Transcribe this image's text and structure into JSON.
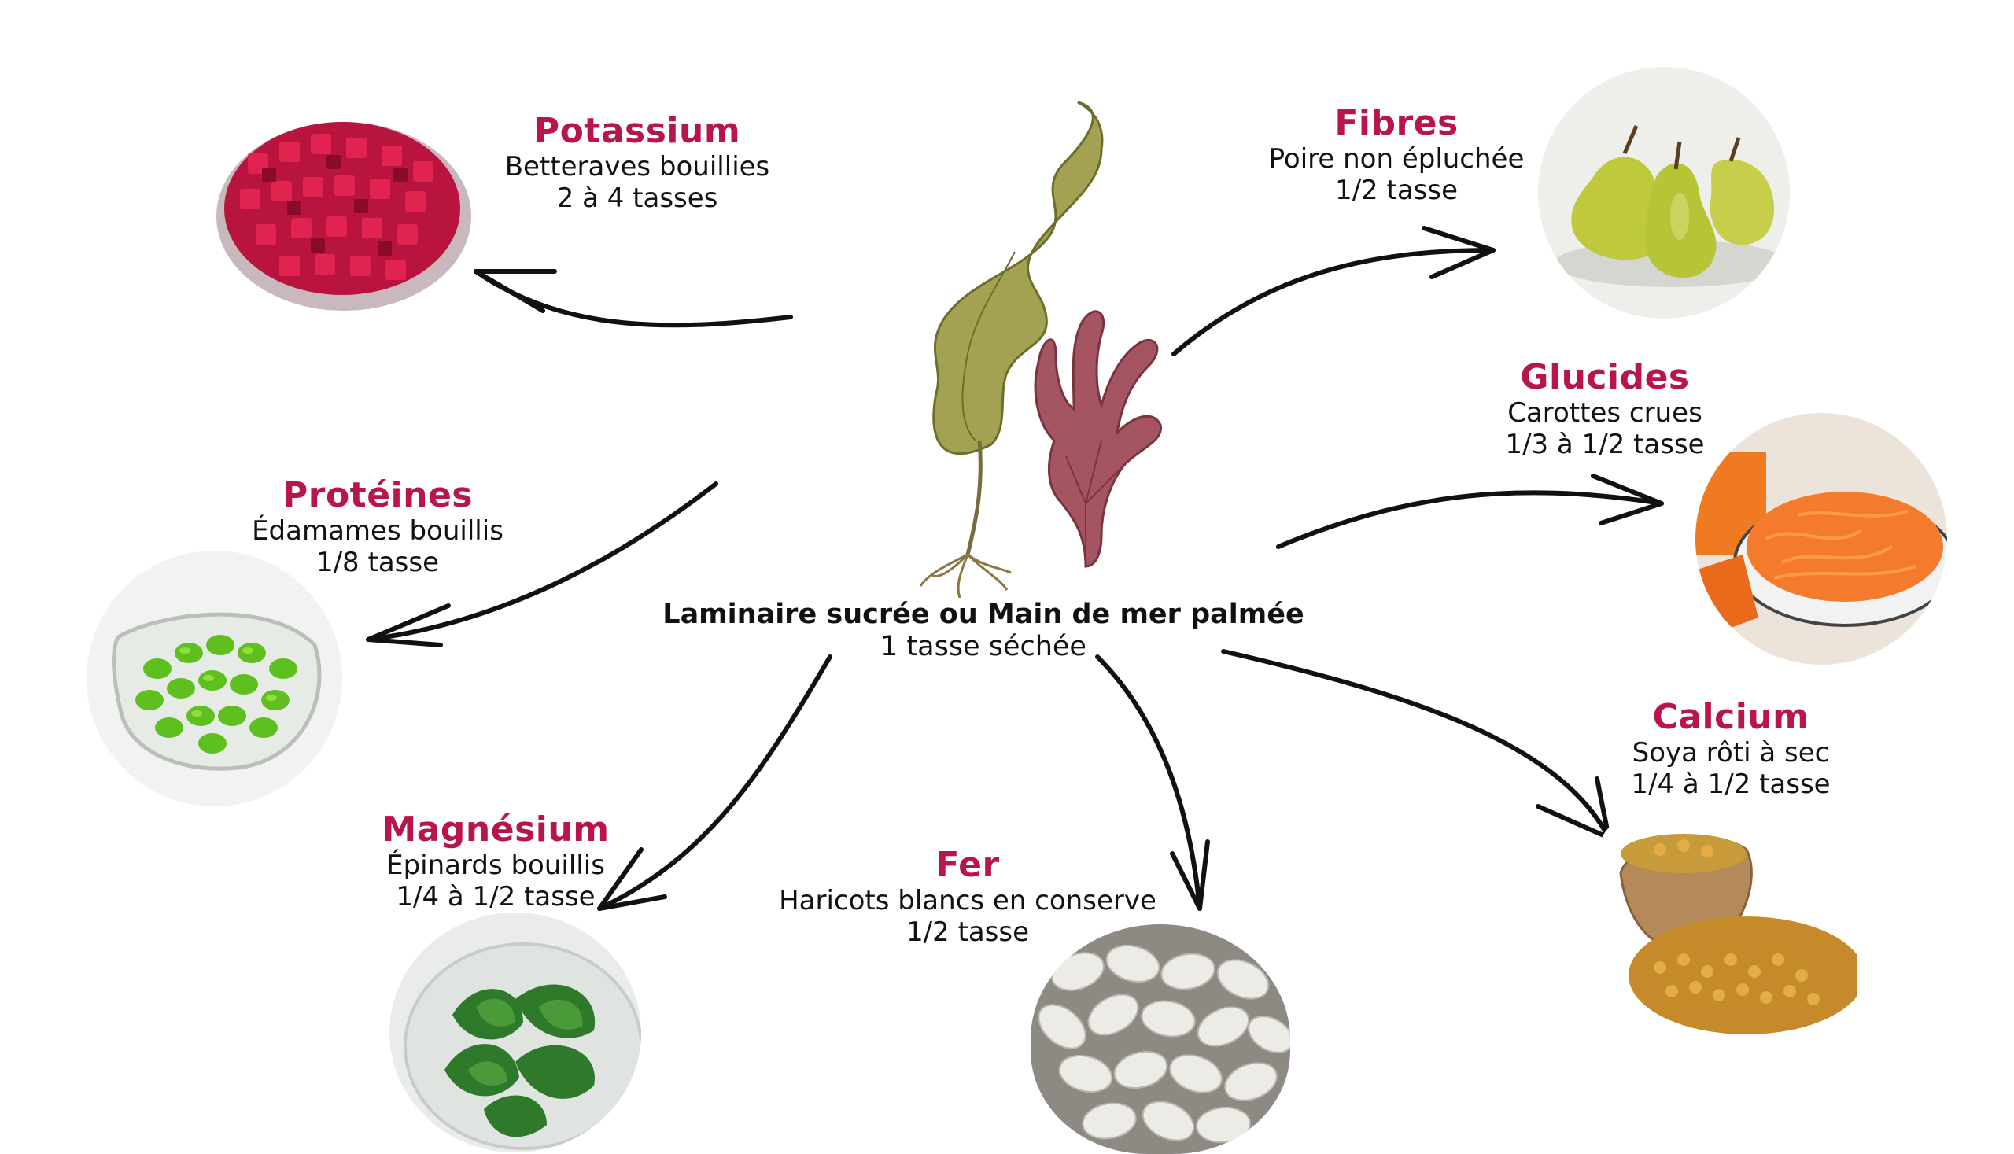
{
  "center": {
    "name": "Laminaire sucrée ou Main de mer palmée",
    "amount": "1 tasse séchée"
  },
  "nutrients": {
    "potassium": {
      "title": "Potassium",
      "food": "Betteraves bouillies",
      "qty": "2 à 4 tasses",
      "icon": "beets-photo"
    },
    "fibres": {
      "title": "Fibres",
      "food": "Poire non épluchée",
      "qty": "1/2 tasse",
      "icon": "pears-photo"
    },
    "glucides": {
      "title": "Glucides",
      "food": "Carottes crues",
      "qty": "1/3 à 1/2 tasse",
      "icon": "grated-carrots-photo"
    },
    "proteines": {
      "title": "Protéines",
      "food": "Édamames bouillis",
      "qty": "1/8 tasse",
      "icon": "edamame-photo"
    },
    "calcium": {
      "title": "Calcium",
      "food": "Soya rôti à sec",
      "qty": "1/4 à 1/2 tasse",
      "icon": "roasted-soy-photo"
    },
    "magnesium": {
      "title": "Magnésium",
      "food": "Épinards bouillis",
      "qty": "1/4 à 1/2 tasse",
      "icon": "spinach-photo"
    },
    "fer": {
      "title": "Fer",
      "food": "Haricots blancs en conserve",
      "qty": "1/2 tasse",
      "icon": "white-beans-photo"
    }
  },
  "colors": {
    "title_accent": "#b8154e",
    "text": "#111111",
    "arrow": "#111111",
    "kelp": "#9a9a48",
    "dulse": "#a3545f"
  }
}
